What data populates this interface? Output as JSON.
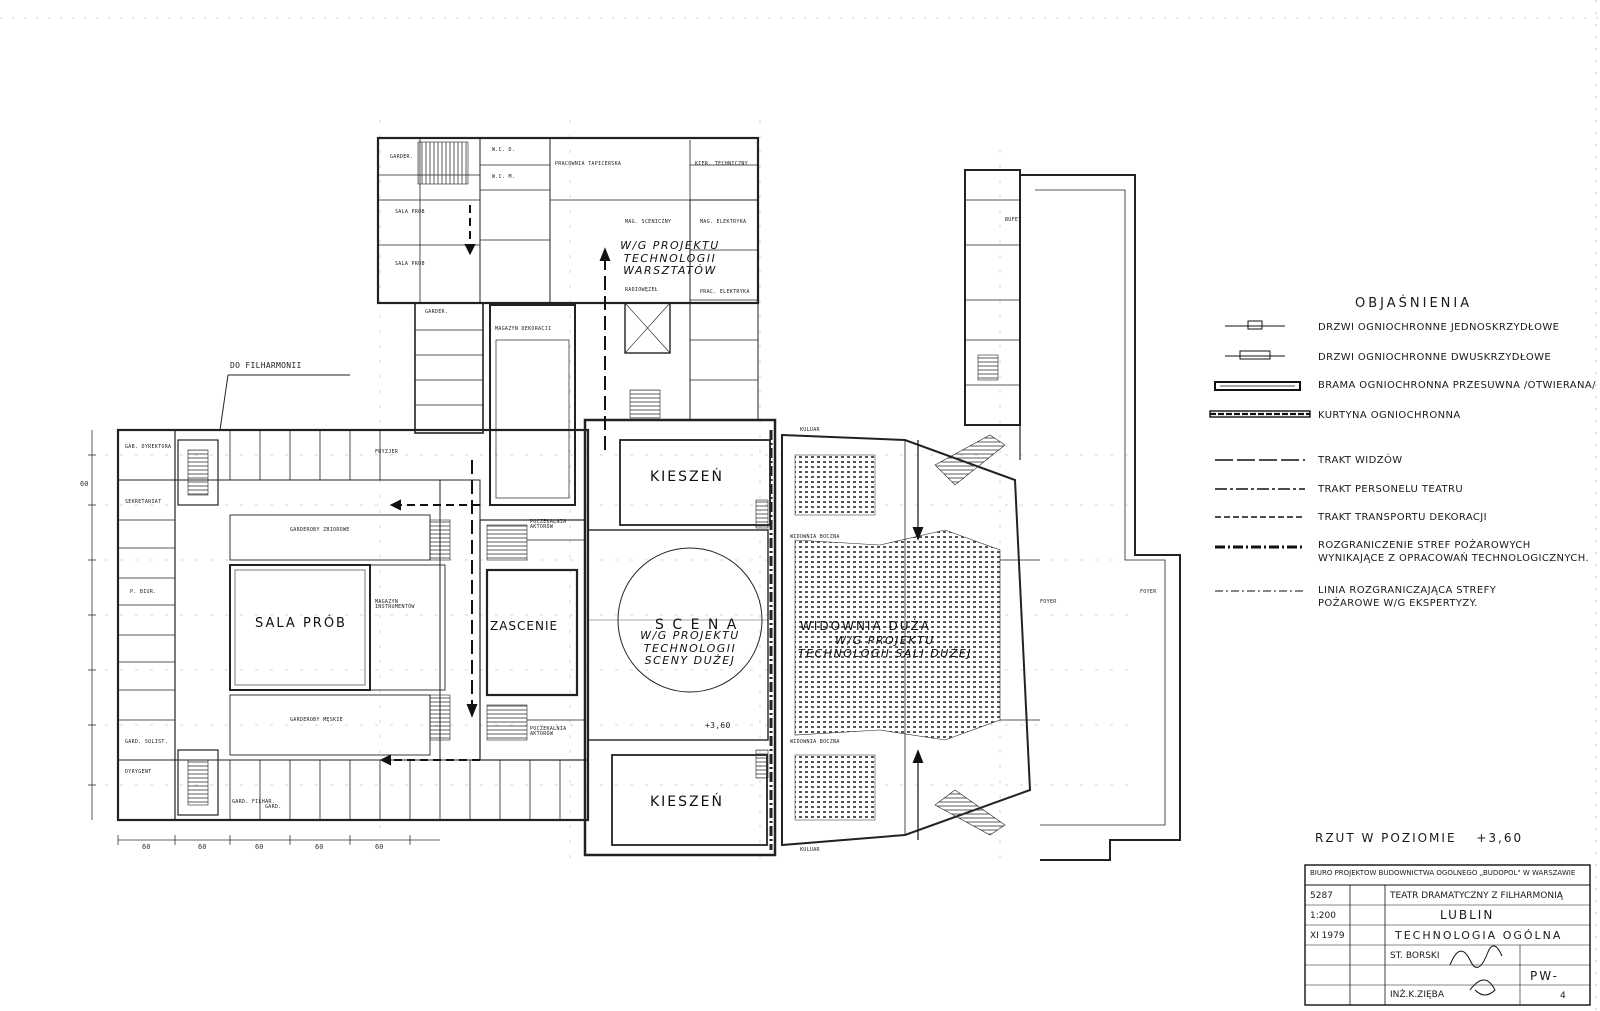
{
  "annotations": {
    "do_filharmonii": "DO FILHARMONII",
    "level_mark": "+3,60"
  },
  "rooms": {
    "kieszen_top": "KIESZEŃ",
    "kieszen_bottom": "KIESZEŃ",
    "scena": "S C E N A",
    "scena_note": "W/G PROJEKTU\nTECHNOLOGII\nSCENY DUŻEJ",
    "zascenie": "ZASCENIE",
    "sala_prob": "SALA PRÓB",
    "widownia_duza": "WIDOWNIA DUŻA",
    "widownia_note": "W/G PROJEKTU\nTECHNOLOGII SALI DUŻEJ",
    "warsztaty_note": "W/G PROJEKTU\nTECHNOLOGII\nWARSZTATÓW",
    "widownia_boczna_top": "WIDOWNIA BOCZNA",
    "widownia_boczna_bottom": "WIDOWNIA BOCZNA",
    "foyer": "FOYER",
    "foyer_2": "FOYER",
    "magazyn_dekoracji": "MAGAZYN DEKORACJI",
    "pracownia_tapicerska": "PRACOWNIA TAPICERSKA",
    "kier_techniczny": "KIER. TECHNICZNY",
    "sala_prob_1": "SALA PRÓB",
    "sala_prob_2": "SALA PRÓB",
    "garder_a": "GARDER.",
    "garder_b": "GARDER.",
    "wc_d": "W.C. D.",
    "wc_m": "W.C. M.",
    "garderoby_zbiorowe": "GARDEROBY ZBIOROWE",
    "garderoby_meskie": "GARDEROBY MĘSKIE",
    "magazyn_instrumentow": "MAGAZYN INSTRUMENTÓW",
    "poczekalnia_top": "POCZEKALNIA AKTORÓW",
    "poczekalnia_bottom": "POCZEKALNIA AKTORÓW",
    "kulury_top": "KULUAR",
    "kulury_bottom": "KULUAR",
    "bufet": "BUFET",
    "fryzjer": "FRYZJER",
    "sekretariat": "SEKRETARIAT",
    "gab_dyrektora": "GAB. DYREKTORA",
    "p_biur": "P. BIUR.",
    "gard_solist": "GARD. SOLIST.",
    "dyrygent": "DYRYGENT",
    "garderobiarka": "GARD. FILHAR.",
    "gard": "GARD.",
    "radiowezel": "RADIOWĘZEŁ",
    "prac_elektryk": "PRAC. ELEKTRYKA",
    "mag_elektryka": "MAG. ELEKTRYKA",
    "mag_sceniczny": "MAG. SCENICZNY"
  },
  "legend": {
    "title": "OBJAŚNIENIA",
    "items": [
      "DRZWI OGNIOCHRONNE JEDNOSKRZYDŁOWE",
      "DRZWI OGNIOCHRONNE DWUSKRZYDŁOWE",
      "BRAMA OGNIOCHRONNA PRZESUWNA /OTWIERANA/",
      "KURTYNA OGNIOCHRONNA",
      "TRAKT WIDZÓW",
      "TRAKT PERSONELU TEATRU",
      "TRAKT TRANSPORTU DEKORACJI",
      "ROZGRANICZENIE STREF POŻAROWYCH\nWYNIKAJĄCE Z OPRACOWAŃ TECHNOLOGICZNYCH.",
      "LINIA ROZGRANICZAJĄCA STREFY\nPOŻAROWE W/G EKSPERTYZY."
    ]
  },
  "title_block": {
    "plan_title": "RZUT W POZIOMIE",
    "plan_level": "+3,60",
    "office": "BIURO PROJEKTÓW BUDOWNICTWA OGÓLNEGO „BUDOPOL\" W WARSZAWIE",
    "number": "5287",
    "scale": "1:200",
    "date": "XI 1979",
    "project": "TEATR DRAMATYCZNY Z FILHARMONIĄ",
    "city": "LUBLIN",
    "discipline": "TECHNOLOGIA OGÓLNA",
    "designer": "ST. BORSKI",
    "checker": "INŻ.K.ZIĘBA",
    "sheet": "PW-",
    "sheet_no": "4"
  },
  "dimensions": [
    "60",
    "60",
    "60",
    "60",
    "60",
    "60"
  ]
}
